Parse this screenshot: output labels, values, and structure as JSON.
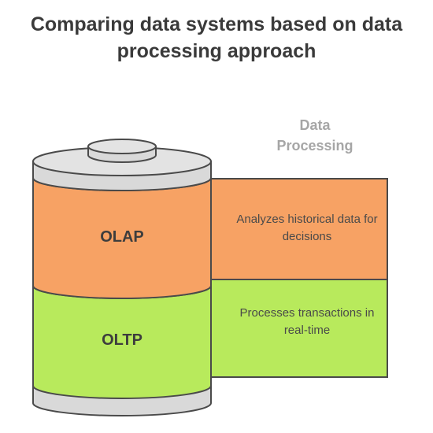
{
  "title": {
    "line1": "Comparing data systems based on data",
    "line2": "processing approach"
  },
  "side_label": {
    "line1": "Data",
    "line2": "Processing"
  },
  "layers": [
    {
      "name": "OLAP",
      "description": "Analyzes historical data for decisions",
      "color": "#f7a264"
    },
    {
      "name": "OLTP",
      "description": "Processes transactions in real-time",
      "color": "#b8ea5c"
    }
  ],
  "colors": {
    "cap": "#d9d9d9",
    "outline": "#4a4a4a",
    "olap": "#f7a264",
    "oltp": "#b8ea5c"
  }
}
